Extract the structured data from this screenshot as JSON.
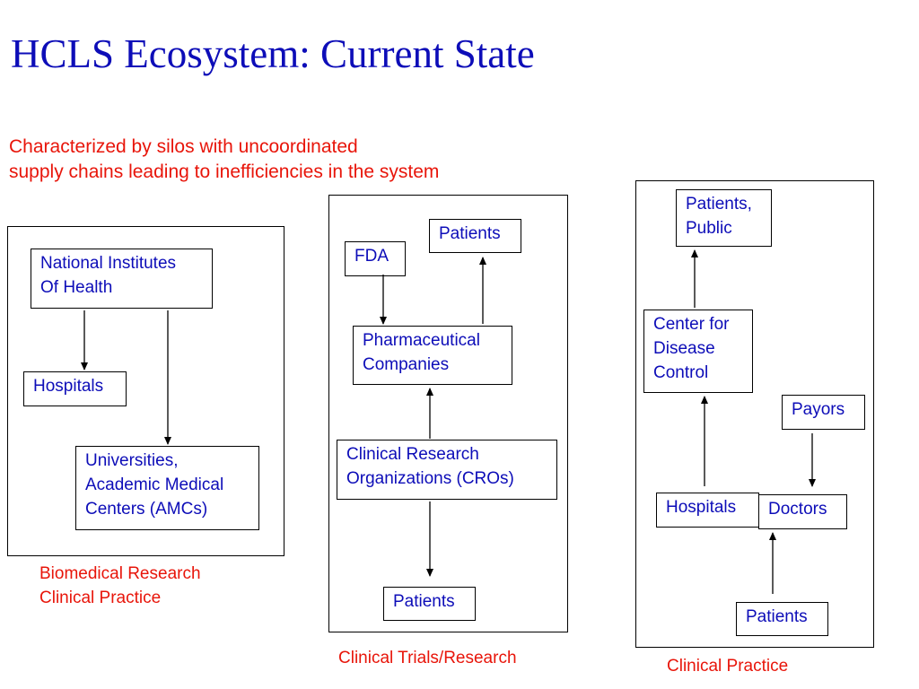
{
  "title": "HCLS Ecosystem: Current State",
  "subtitle": {
    "line1": "Characterized by silos with uncoordinated",
    "line2": "supply chains leading to inefficiencies in the system"
  },
  "panels": {
    "biomedical": {
      "boxes": {
        "nih": [
          "National Institutes",
          "Of Health"
        ],
        "hospitals": [
          "Hospitals"
        ],
        "universities": [
          "Universities,",
          "Academic Medical",
          "Centers (AMCs)"
        ]
      },
      "caption": [
        "Biomedical Research",
        "Clinical Practice"
      ]
    },
    "trials": {
      "boxes": {
        "fda": [
          "FDA"
        ],
        "patients_top": [
          "Patients"
        ],
        "pharma": [
          "Pharmaceutical",
          "Companies"
        ],
        "cro": [
          "Clinical Research",
          "Organizations (CROs)"
        ],
        "patients_bottom": [
          "Patients"
        ]
      },
      "caption": [
        "Clinical Trials/Research"
      ]
    },
    "practice": {
      "boxes": {
        "patients_public": [
          "Patients,",
          "Public"
        ],
        "cdc": [
          "Center for",
          "Disease",
          "Control"
        ],
        "payors": [
          "Payors"
        ],
        "hospitals": [
          "Hospitals"
        ],
        "doctors": [
          "Doctors"
        ],
        "patients": [
          "Patients"
        ]
      },
      "caption": [
        "Clinical Practice"
      ]
    }
  },
  "colors": {
    "title": "#0d0db8",
    "box_text": "#0d0db8",
    "subtitle": "#e8150a",
    "caption": "#e8150a",
    "lines": "#000000"
  }
}
